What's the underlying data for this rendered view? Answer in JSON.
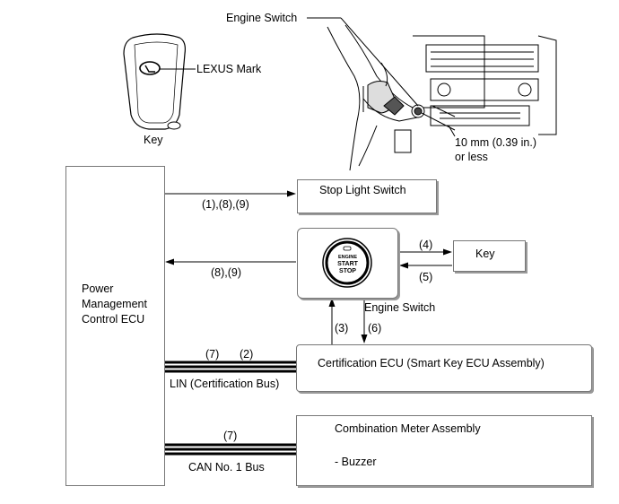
{
  "top": {
    "engine_switch_label": "Engine Switch",
    "lexus_mark_label": "LEXUS Mark",
    "key_label": "Key",
    "distance_label_line1": "10 mm (0.39 in.)",
    "distance_label_line2": "or less"
  },
  "ecu": {
    "line1": "Power",
    "line2": "Management",
    "line3": "Control ECU"
  },
  "blocks": {
    "stop_light_switch": "Stop Light Switch",
    "key": "Key",
    "engine_switch": "Engine Switch",
    "engine_button_line1": "ENGINE",
    "engine_button_line2": "START",
    "engine_button_line3": "STOP",
    "certification_ecu": "Certification ECU (Smart Key ECU Assembly)",
    "combination_meter": "Combination Meter Assembly",
    "buzzer": "- Buzzer"
  },
  "signals": {
    "to_stop_light": "(1),(8),(9)",
    "from_engine_switch": "(8),(9)",
    "to_key": "(4)",
    "from_key": "(5)",
    "up_to_switch": "(3)",
    "down_to_cert": "(6)",
    "lin_7": "(7)",
    "lin_2": "(2)",
    "can_7": "(7)"
  },
  "buses": {
    "lin": "LIN (Certification Bus)",
    "can": "CAN No. 1 Bus"
  }
}
